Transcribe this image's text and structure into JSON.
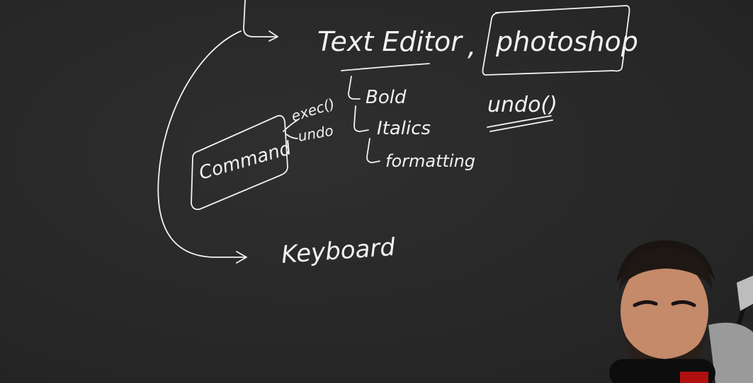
{
  "whiteboard": {
    "text_editor": "Text Editor",
    "comma": ",",
    "photoshop": "photoshop",
    "bold": "Bold",
    "italics": "Italics",
    "formatting": "formatting",
    "undo": "undo()",
    "command": "Command",
    "exec": "exec()",
    "undo_short": "undo",
    "keyboard": "Keyboard"
  },
  "colors": {
    "background": "#262626",
    "ink": "#f2f2f2"
  }
}
